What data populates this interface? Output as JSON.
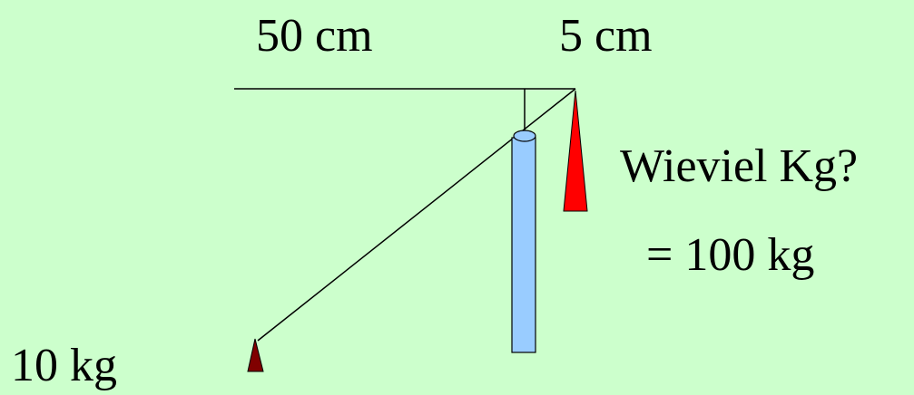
{
  "labels": {
    "left_distance": "50 cm",
    "right_distance": "5 cm",
    "left_weight": "10 kg",
    "question": "Wieviel Kg?",
    "answer": "= 100 kg"
  },
  "colors": {
    "background": "#ccffcc",
    "line": "#000000",
    "pillar": "#99ccff",
    "pivot": "#99ccff",
    "right_weight": "#ff0000",
    "left_weight": "#800000"
  }
}
